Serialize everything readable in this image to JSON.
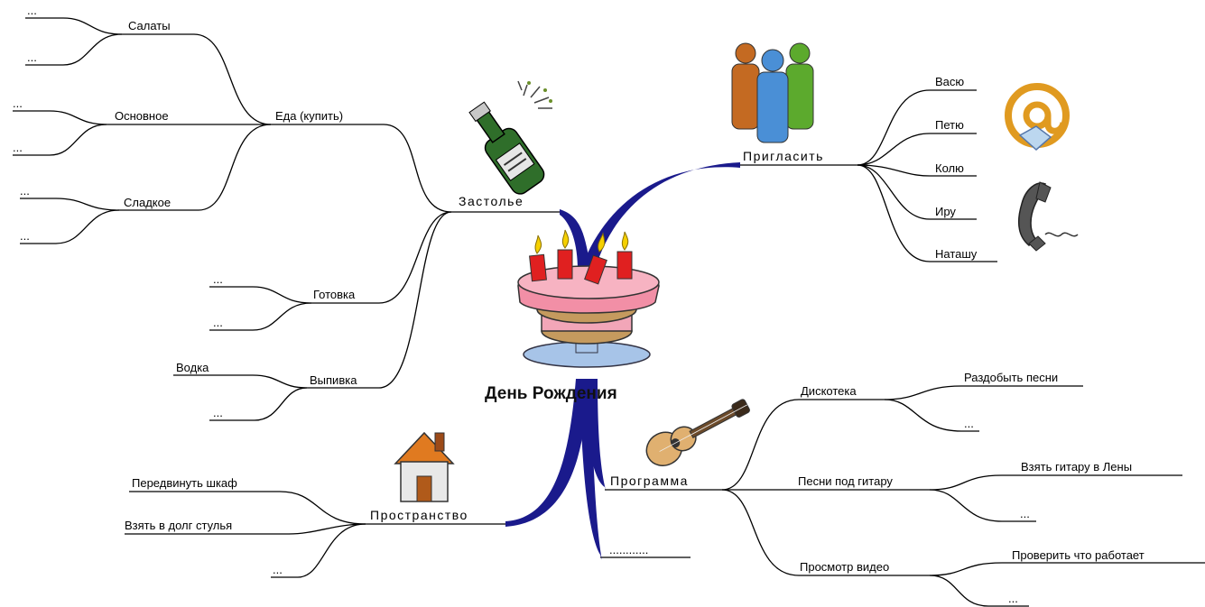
{
  "center": {
    "title": "День Рождения"
  },
  "branches": {
    "zastolye": {
      "label": "Застолье",
      "eda": {
        "label": "Еда (купить)",
        "salaty": {
          "label": "Салаты",
          "leaves": [
            "...",
            "..."
          ]
        },
        "osnovnoe": {
          "label": "Основное",
          "leaves": [
            "...",
            "..."
          ]
        },
        "sladkoe": {
          "label": "Сладкое",
          "leaves": [
            "...",
            "..."
          ]
        }
      },
      "gotovka": {
        "label": "Готовка",
        "leaves": [
          "...",
          "..."
        ]
      },
      "vypivka": {
        "label": "Выпивка",
        "leaves": [
          "Водка",
          "..."
        ]
      }
    },
    "priglasit": {
      "label": "Пригласить",
      "items": [
        "Васю",
        "Петю",
        "Колю",
        "Иру",
        "Наташу"
      ]
    },
    "prostranstvo": {
      "label": "Пространство",
      "items": [
        "Передвинуть шкаф",
        "Взять в долг стулья",
        "..."
      ]
    },
    "programma": {
      "label": "Программа",
      "diskoteka": {
        "label": "Дискотека",
        "leaves": [
          "Раздобыть песни",
          "..."
        ]
      },
      "pesni": {
        "label": "Песни под гитару",
        "leaves": [
          "Взять гитару в Лены",
          "..."
        ]
      },
      "video": {
        "label": "Просмотр видео",
        "leaves": [
          "Проверить что работает",
          "..."
        ]
      }
    },
    "other": {
      "label": "............"
    }
  },
  "icons": {
    "cake": "birthday-cake-icon",
    "champagne": "champagne-bottle-icon",
    "people": "people-group-icon",
    "email": "email-at-icon",
    "phone": "telephone-icon",
    "house": "house-icon",
    "guitar": "guitar-icon"
  },
  "colors": {
    "main_branch": "#1a1a8c",
    "line": "#000000"
  }
}
